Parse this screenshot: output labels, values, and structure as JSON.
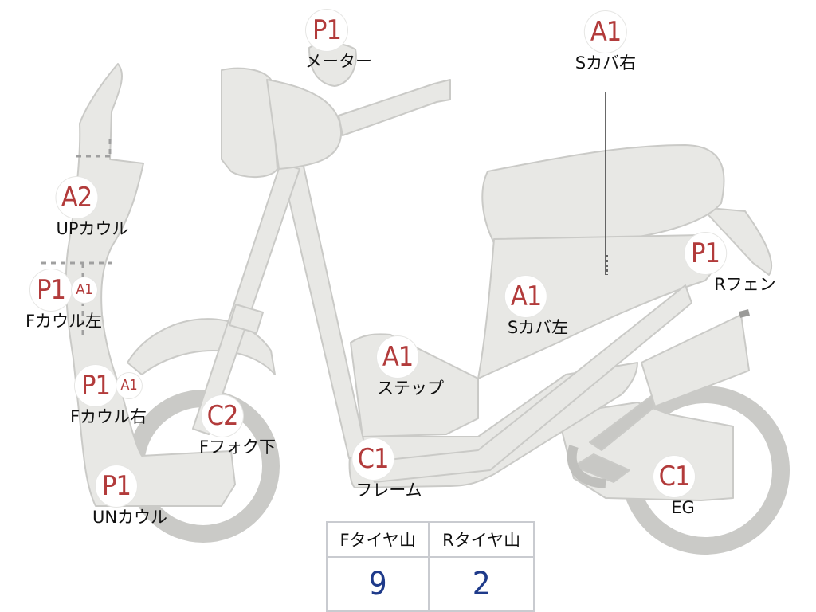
{
  "colors": {
    "body_fill": "#e8e8e5",
    "body_stroke": "#cacac7",
    "engine_part": "#c8c8c5",
    "grade_text": "#b23b3b",
    "tread_value": "#1e3a8a",
    "divider": "#a0a0a0"
  },
  "parts": [
    {
      "id": "meter",
      "grade": "P1",
      "name": "メーター"
    },
    {
      "id": "s-cover-right",
      "grade": "A1",
      "name": "Sカバ右"
    },
    {
      "id": "up-cowl",
      "grade": "A2",
      "name": "UPカウル"
    },
    {
      "id": "r-fender",
      "grade": "P1",
      "name": "Rフェン"
    },
    {
      "id": "f-cowl-left",
      "grade": "P1",
      "grade2": "A1",
      "name": "Fカウル左"
    },
    {
      "id": "s-cover-left",
      "grade": "A1",
      "name": "Sカバ左"
    },
    {
      "id": "step",
      "grade": "A1",
      "name": "ステップ"
    },
    {
      "id": "f-cowl-right",
      "grade": "P1",
      "grade2": "A1",
      "name": "Fカウル右"
    },
    {
      "id": "f-fork-lower",
      "grade": "C2",
      "name": "Fフォク下"
    },
    {
      "id": "frame",
      "grade": "C1",
      "name": "フレーム"
    },
    {
      "id": "engine",
      "grade": "C1",
      "name": "EG"
    },
    {
      "id": "un-cowl",
      "grade": "P1",
      "name": "UNカウル"
    }
  ],
  "tread": {
    "headers": [
      "Fタイヤ山",
      "Rタイヤ山"
    ],
    "values": [
      "9",
      "2"
    ]
  }
}
